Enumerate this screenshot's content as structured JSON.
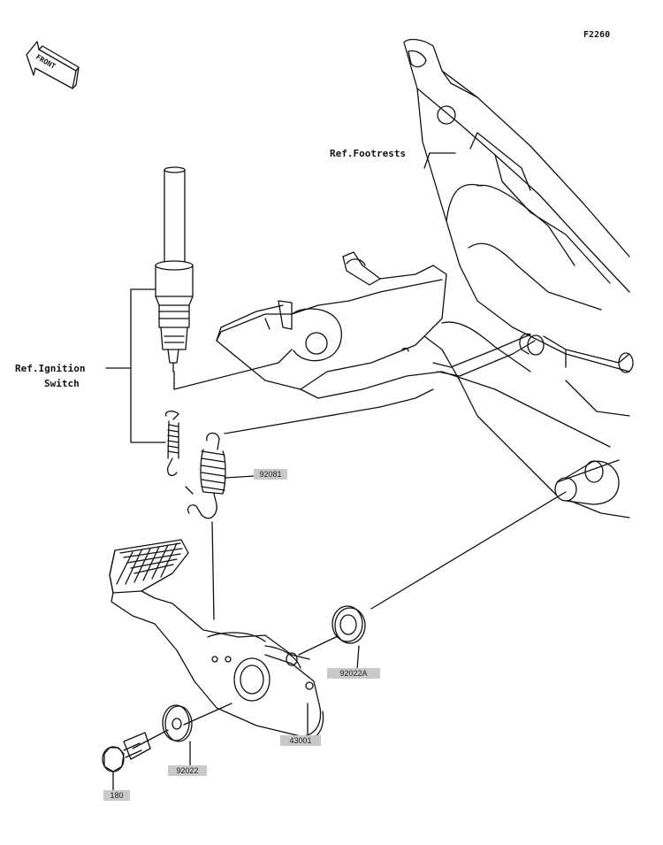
{
  "figure_id": "F2260",
  "front_label": "FRONT",
  "refs": {
    "footrests": "Ref.Footrests",
    "ignition_line1": "Ref.Ignition",
    "ignition_line2": "Switch"
  },
  "parts": {
    "spring": "92081",
    "washer_large": "92022A",
    "pedal": "43001",
    "washer_small": "92022",
    "bolt": "180"
  },
  "colors": {
    "line": "#111111",
    "tag_bg": "#c9c9c9"
  }
}
